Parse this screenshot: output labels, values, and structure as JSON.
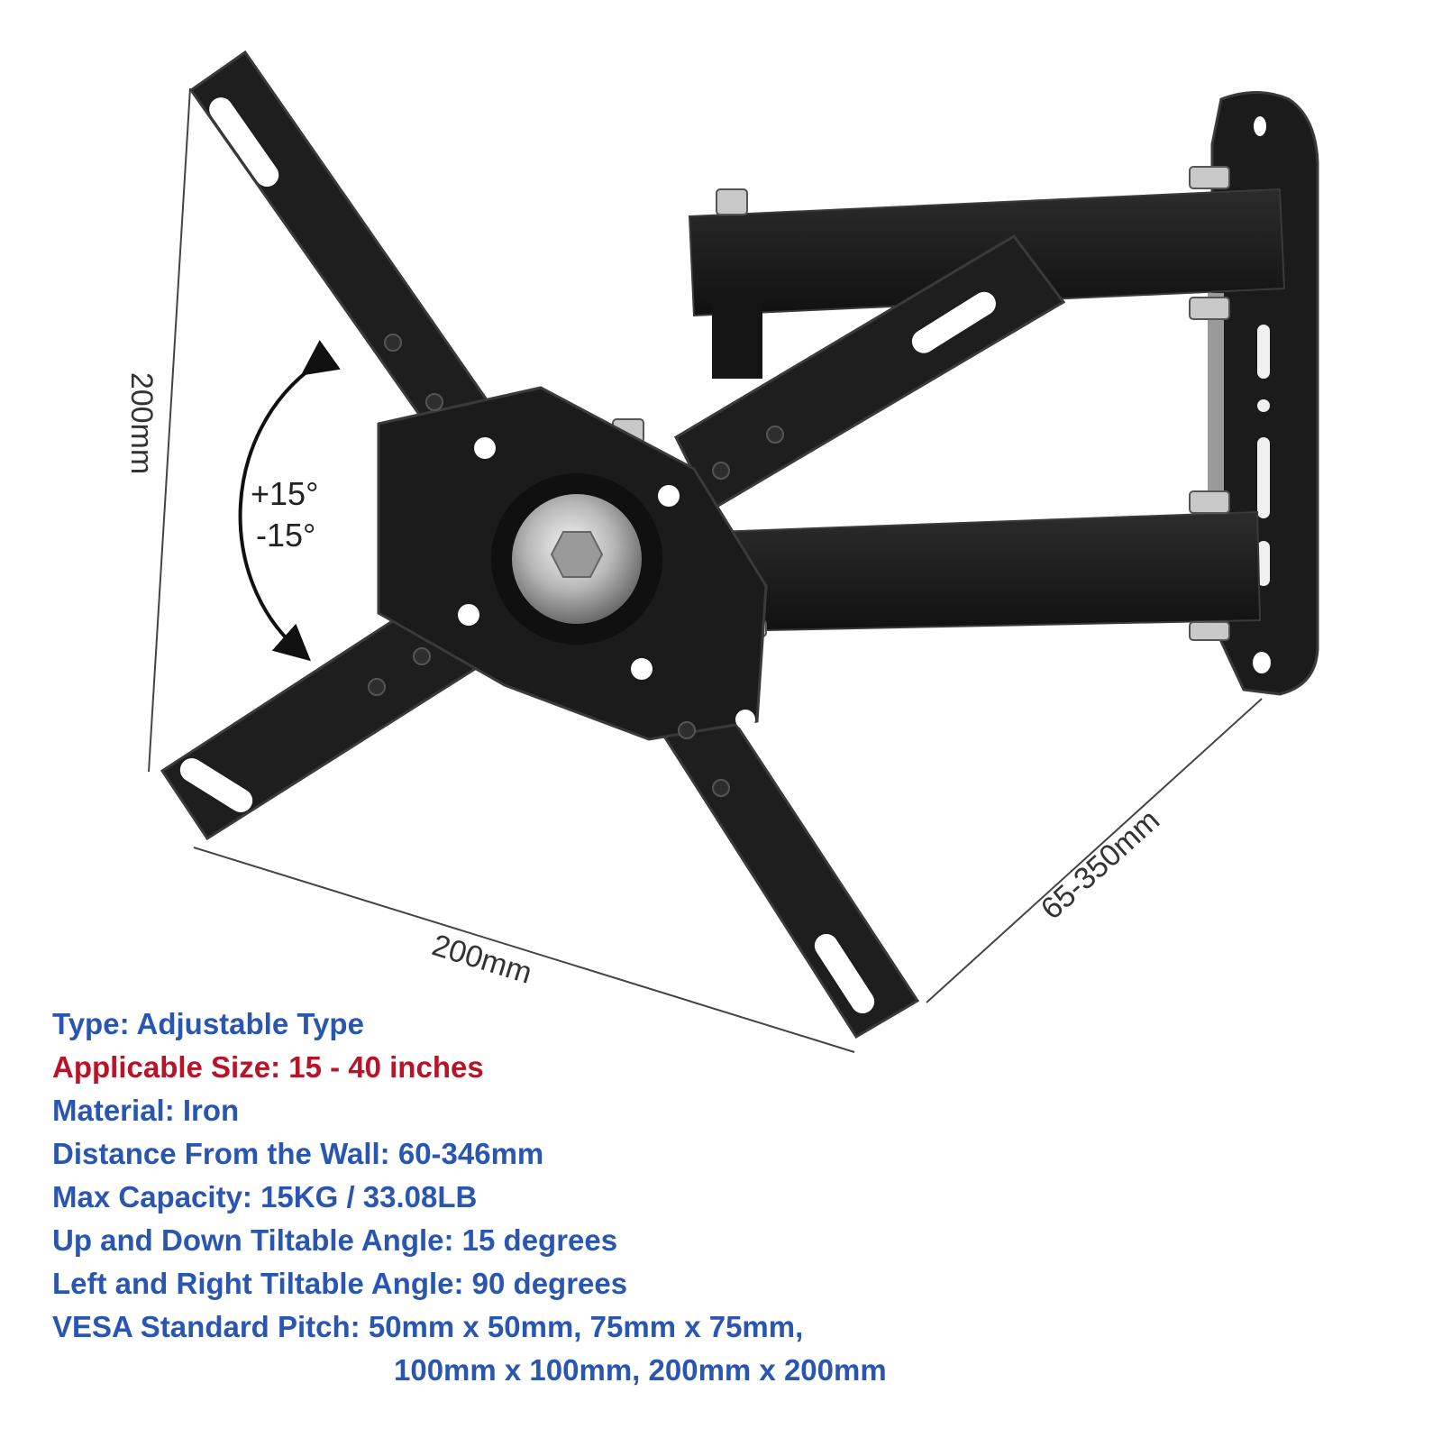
{
  "dimensions": {
    "height_label": "200mm",
    "width_label": "200mm",
    "depth_label": "65-350mm"
  },
  "tilt": {
    "up": "+15°",
    "down": "-15°"
  },
  "specs": [
    {
      "text": "Type: Adjustable Type",
      "color": "#2a56b0"
    },
    {
      "text": "Applicable Size: 15 - 40 inches",
      "color": "#b81428"
    },
    {
      "text": "Material: Iron",
      "color": "#2a56b0"
    },
    {
      "text": "Distance From the Wall: 60-346mm",
      "color": "#2a56b0"
    },
    {
      "text": "Max Capacity: 15KG / 33.08LB",
      "color": "#2a56b0"
    },
    {
      "text": "Up and Down Tiltable Angle: 15 degrees",
      "color": "#2a56b0"
    },
    {
      "text": "Left and Right Tiltable Angle: 90 degrees",
      "color": "#2a56b0"
    },
    {
      "text": "VESA Standard Pitch: 50mm x 50mm, 75mm x 75mm,",
      "color": "#2a56b0"
    },
    {
      "text": "100mm x 100mm, 200mm x 200mm",
      "color": "#2a56b0"
    }
  ],
  "colors": {
    "metal": "#1e1e1e",
    "metal_edge": "#3a3a3a",
    "bolt": "#c8c8c8",
    "line": "#444444"
  }
}
